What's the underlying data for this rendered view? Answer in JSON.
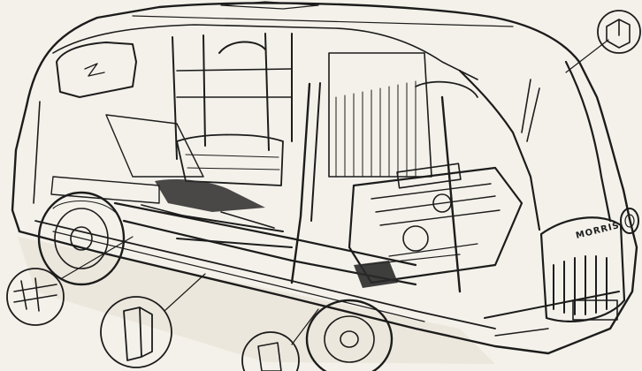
{
  "illustration": {
    "badge_text": "MORRIS",
    "palette": {
      "paper": "#f4f1ea",
      "ink": "#1c1c1c"
    },
    "detail_insets": [
      "top-right",
      "bottom-left",
      "bottom-center-left",
      "bottom-center"
    ]
  }
}
